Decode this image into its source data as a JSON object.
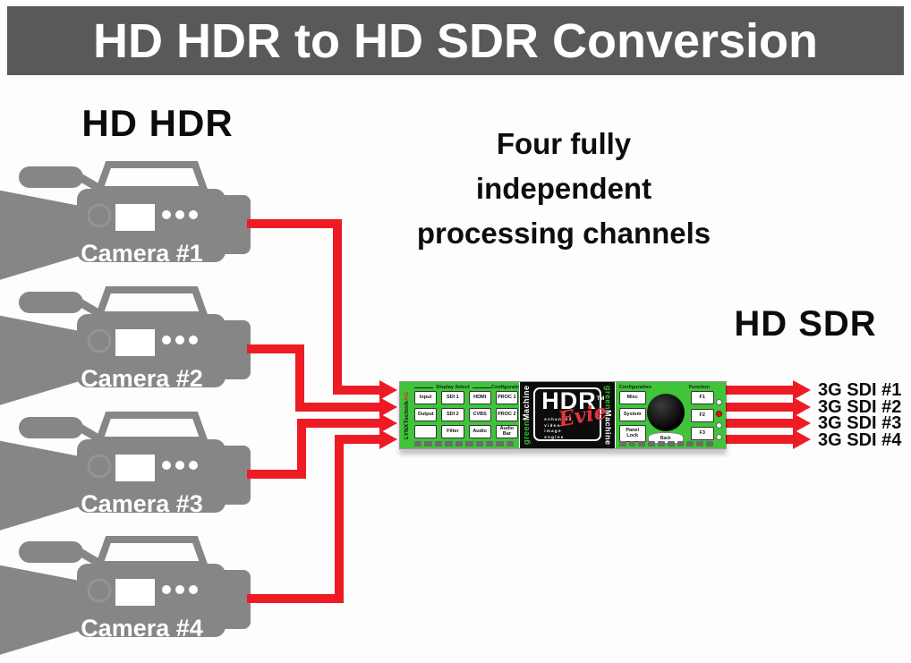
{
  "title": "HD HDR to HD SDR Conversion",
  "sources": {
    "heading": "HD HDR",
    "cameras": [
      "Camera #1",
      "Camera #2",
      "Camera #3",
      "Camera #4"
    ]
  },
  "note": {
    "lines": [
      "Four fully",
      "independent",
      "processing channels"
    ]
  },
  "outputs": {
    "heading": "HD SDR",
    "labels": [
      "3G SDI #1",
      "3G SDI #2",
      "3G SDI #3",
      "3G SDI #4"
    ]
  },
  "device": {
    "brand": {
      "name": "LYNXTechnik",
      "suffix": "AG"
    },
    "display_panel": {
      "display_select_label": "Display Select",
      "configuration_label": "Configuration",
      "buttons": [
        [
          "Input",
          "SDI 1",
          "HDMI",
          "PROC 1"
        ],
        [
          "Output",
          "SDI 2",
          "CVBS",
          "PROC 2"
        ],
        [
          "",
          "Filter",
          "Audio",
          "Audio Bar"
        ]
      ]
    },
    "logo": {
      "brand_green": "green",
      "brand_white": "Machine",
      "hdr": "HDR",
      "tm": "TM",
      "evie": "Evie",
      "tagline": [
        "enhanced",
        "video",
        "image",
        "engine"
      ]
    },
    "control_panel": {
      "configuration_label": "Configuration",
      "function_label": "Function",
      "menu_buttons": [
        "Misc",
        "System",
        "Panel Lock"
      ],
      "back_label": "Back",
      "function_buttons": [
        "F1",
        "F2",
        "F3"
      ]
    }
  },
  "colors": {
    "accent_red": "#ed1c24",
    "device_green": "#3fc43a",
    "camera_gray": "#868686",
    "title_bg": "#595959"
  }
}
